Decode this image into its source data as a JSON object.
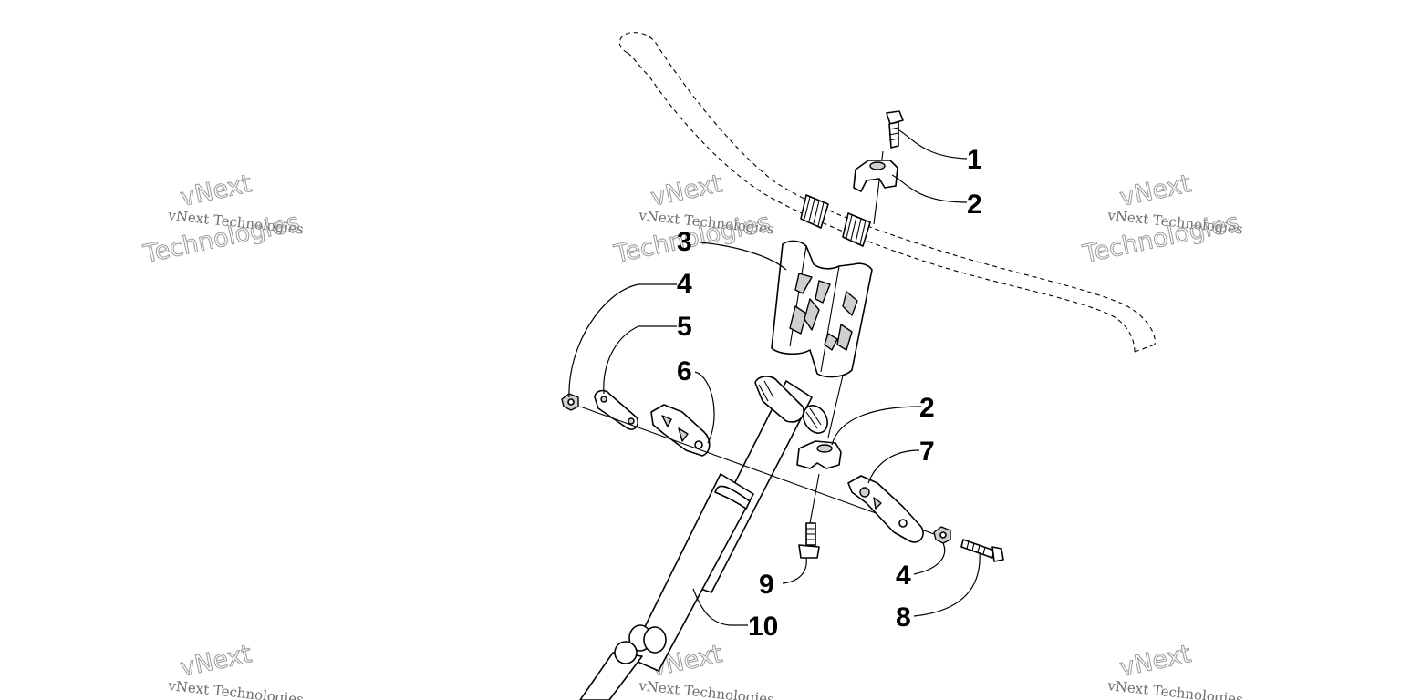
{
  "watermark": {
    "line1": "vNext",
    "line2": "vNext Technologies",
    "line3": "Technologies"
  },
  "callouts": [
    {
      "id": "c1",
      "label": "1",
      "part": "bolt"
    },
    {
      "id": "c2a",
      "label": "2",
      "part": "upper-clamp-cap"
    },
    {
      "id": "c3",
      "label": "3",
      "part": "riser-block"
    },
    {
      "id": "c4a",
      "label": "4",
      "part": "nut-left"
    },
    {
      "id": "c5",
      "label": "5",
      "part": "link-plate"
    },
    {
      "id": "c6",
      "label": "6",
      "part": "bracket-left"
    },
    {
      "id": "c2b",
      "label": "2",
      "part": "lower-clamp-cap"
    },
    {
      "id": "c7",
      "label": "7",
      "part": "bracket-right"
    },
    {
      "id": "c4b",
      "label": "4",
      "part": "nut-right"
    },
    {
      "id": "c8",
      "label": "8",
      "part": "long-bolt"
    },
    {
      "id": "c9",
      "label": "9",
      "part": "flange-bolt"
    },
    {
      "id": "c10",
      "label": "10",
      "part": "steering-post"
    }
  ]
}
